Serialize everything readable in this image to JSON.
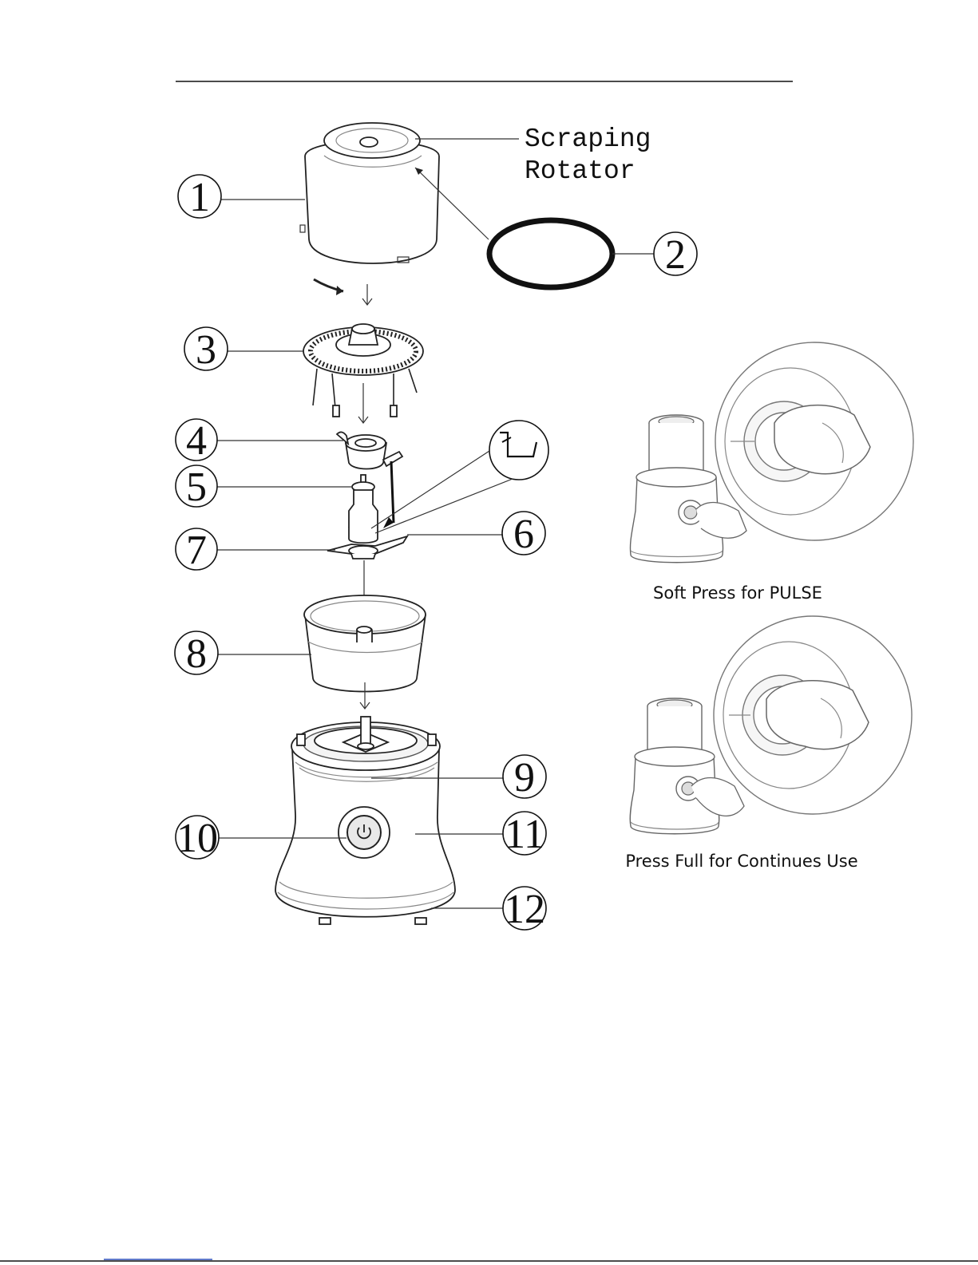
{
  "label_scraping_rotator": [
    "Scraping",
    "Rotator"
  ],
  "callouts": [
    "1",
    "2",
    "3",
    "4",
    "5",
    "6",
    "7",
    "8",
    "9",
    "10",
    "11",
    "12"
  ],
  "captions": {
    "pulse": "Soft Press for PULSE",
    "continuous": "Press Full for Continues Use"
  },
  "icons": {
    "power_button": "power-icon"
  }
}
